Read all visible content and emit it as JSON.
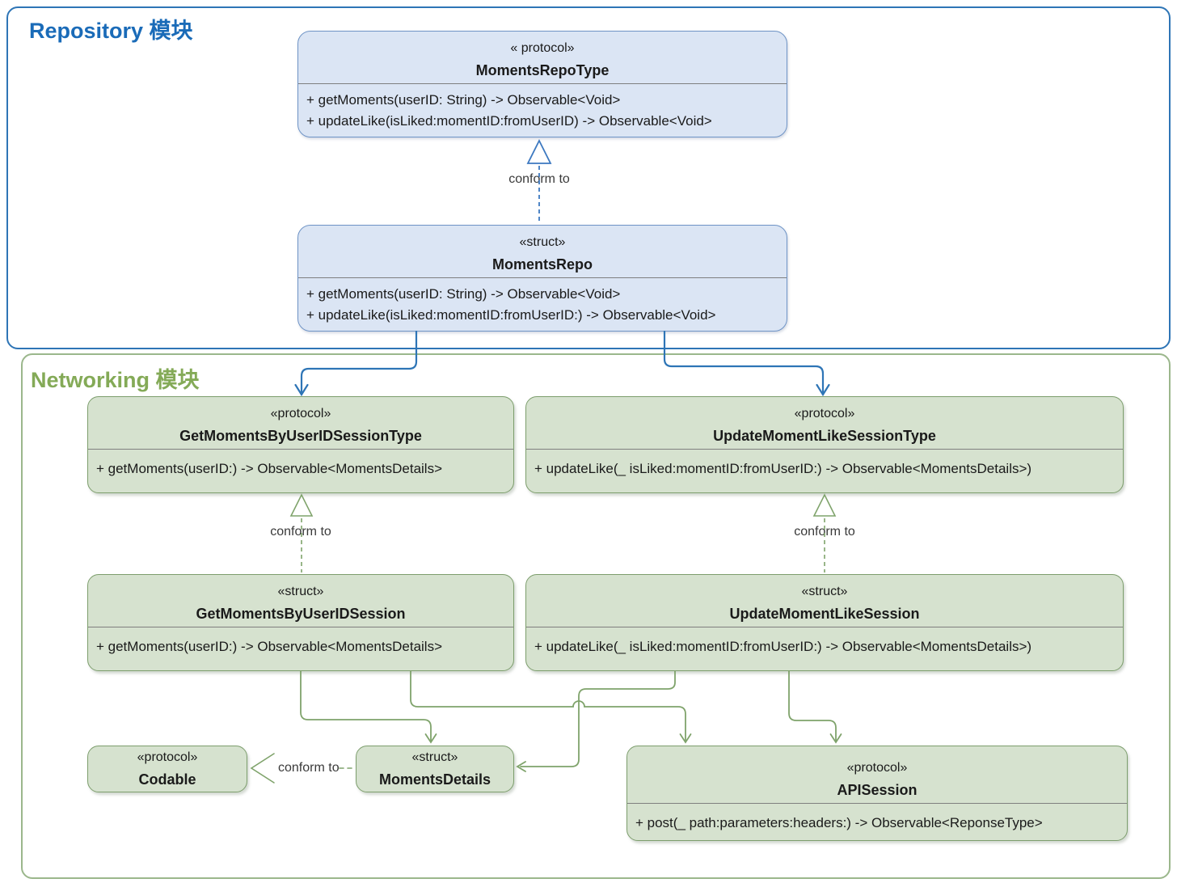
{
  "colors": {
    "repository_accent": "#2e75b6",
    "repository_title": "#1a6bb8",
    "networking_border": "#9bb78c",
    "networking_title": "#84aa57",
    "blue_box_fill": "#dbe5f4",
    "blue_box_border": "#6f94c6",
    "green_box_fill": "#d6e2cf",
    "green_box_border": "#7d9e6d",
    "blue_connector": "#3c78c0",
    "green_connector": "#7fa36b",
    "text": "#1a1a1a"
  },
  "modules": {
    "repository": {
      "label": "Repository 模块"
    },
    "networking": {
      "label": "Networking 模块"
    }
  },
  "labels": {
    "conform_to": "conform to"
  },
  "classes": {
    "moments_repo_type": {
      "stereotype": "« protocol»",
      "name": "MomentsRepoType",
      "methods": [
        "+ getMoments(userID: String) -> Observable<Void>",
        "+ updateLike(isLiked:momentID:fromUserID) -> Observable<Void>"
      ]
    },
    "moments_repo": {
      "stereotype": "«struct»",
      "name": "MomentsRepo",
      "methods": [
        "+ getMoments(userID: String) -> Observable<Void>",
        "+ updateLike(isLiked:momentID:fromUserID:) -> Observable<Void>"
      ]
    },
    "get_moments_by_user_id_session_type": {
      "stereotype": "«protocol»",
      "name": "GetMomentsByUserIDSessionType",
      "methods": [
        "+ getMoments(userID:) -> Observable<MomentsDetails>"
      ]
    },
    "update_moment_like_session_type": {
      "stereotype": "«protocol»",
      "name": "UpdateMomentLikeSessionType",
      "methods": [
        "+ updateLike(_ isLiked:momentID:fromUserID:) -> Observable<MomentsDetails>)"
      ]
    },
    "get_moments_by_user_id_session": {
      "stereotype": "«struct»",
      "name": "GetMomentsByUserIDSession",
      "methods": [
        "+ getMoments(userID:) -> Observable<MomentsDetails>"
      ]
    },
    "update_moment_like_session": {
      "stereotype": "«struct»",
      "name": "UpdateMomentLikeSession",
      "methods": [
        "+ updateLike(_ isLiked:momentID:fromUserID:) -> Observable<MomentsDetails>)"
      ]
    },
    "codable": {
      "stereotype": "«protocol»",
      "name": "Codable",
      "methods": []
    },
    "moments_details": {
      "stereotype": "«struct»",
      "name": "MomentsDetails",
      "methods": []
    },
    "api_session": {
      "stereotype": "«protocol»",
      "name": "APISession",
      "methods": [
        "+ post(_ path:parameters:headers:) -> Observable<ReponseType>"
      ]
    }
  },
  "relationships": [
    {
      "from": "MomentsRepo",
      "to": "MomentsRepoType",
      "type": "conform to"
    },
    {
      "from": "MomentsRepo",
      "to": "GetMomentsByUserIDSessionType",
      "type": "uses"
    },
    {
      "from": "MomentsRepo",
      "to": "UpdateMomentLikeSessionType",
      "type": "uses"
    },
    {
      "from": "GetMomentsByUserIDSession",
      "to": "GetMomentsByUserIDSessionType",
      "type": "conform to"
    },
    {
      "from": "UpdateMomentLikeSession",
      "to": "UpdateMomentLikeSessionType",
      "type": "conform to"
    },
    {
      "from": "GetMomentsByUserIDSession",
      "to": "MomentsDetails",
      "type": "uses"
    },
    {
      "from": "GetMomentsByUserIDSession",
      "to": "APISession",
      "type": "uses"
    },
    {
      "from": "UpdateMomentLikeSession",
      "to": "MomentsDetails",
      "type": "uses"
    },
    {
      "from": "UpdateMomentLikeSession",
      "to": "APISession",
      "type": "uses"
    },
    {
      "from": "MomentsDetails",
      "to": "Codable",
      "type": "conform to"
    }
  ]
}
